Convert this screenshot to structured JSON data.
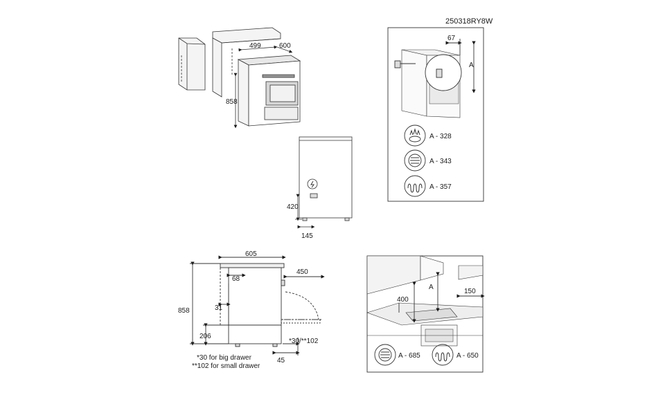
{
  "doc_code": "250318RY8W",
  "fig_cabinet": {
    "width": "499",
    "depth": "600",
    "height": "858"
  },
  "fig_connection": {
    "height": "420",
    "offset": "145",
    "icon": "electric-plug-icon"
  },
  "fig_wall_clearance": {
    "distance": "67",
    "height_symbol": "A",
    "rows": [
      {
        "icon": "gas-burner-icon",
        "label": "A - 328"
      },
      {
        "icon": "induction-hob-icon",
        "label": "A - 343"
      },
      {
        "icon": "ceramic-hob-icon",
        "label": "A - 357"
      }
    ]
  },
  "fig_side_view": {
    "width": "605",
    "door_open": "450",
    "top_offset": "68",
    "height": "858",
    "side_gap": "31",
    "drawer_height": "206",
    "drawer_gap": "*30/**102",
    "foot": "45",
    "footnotes": [
      "*30 for big drawer",
      "**102 for small drawer"
    ]
  },
  "fig_hood_clearance": {
    "height_symbol": "A",
    "height_400": "400",
    "side_150": "150",
    "rows": [
      {
        "icon": "induction-hob-icon",
        "label": "A - 685"
      },
      {
        "icon": "ceramic-hob-icon",
        "label": "A - 650"
      }
    ]
  }
}
